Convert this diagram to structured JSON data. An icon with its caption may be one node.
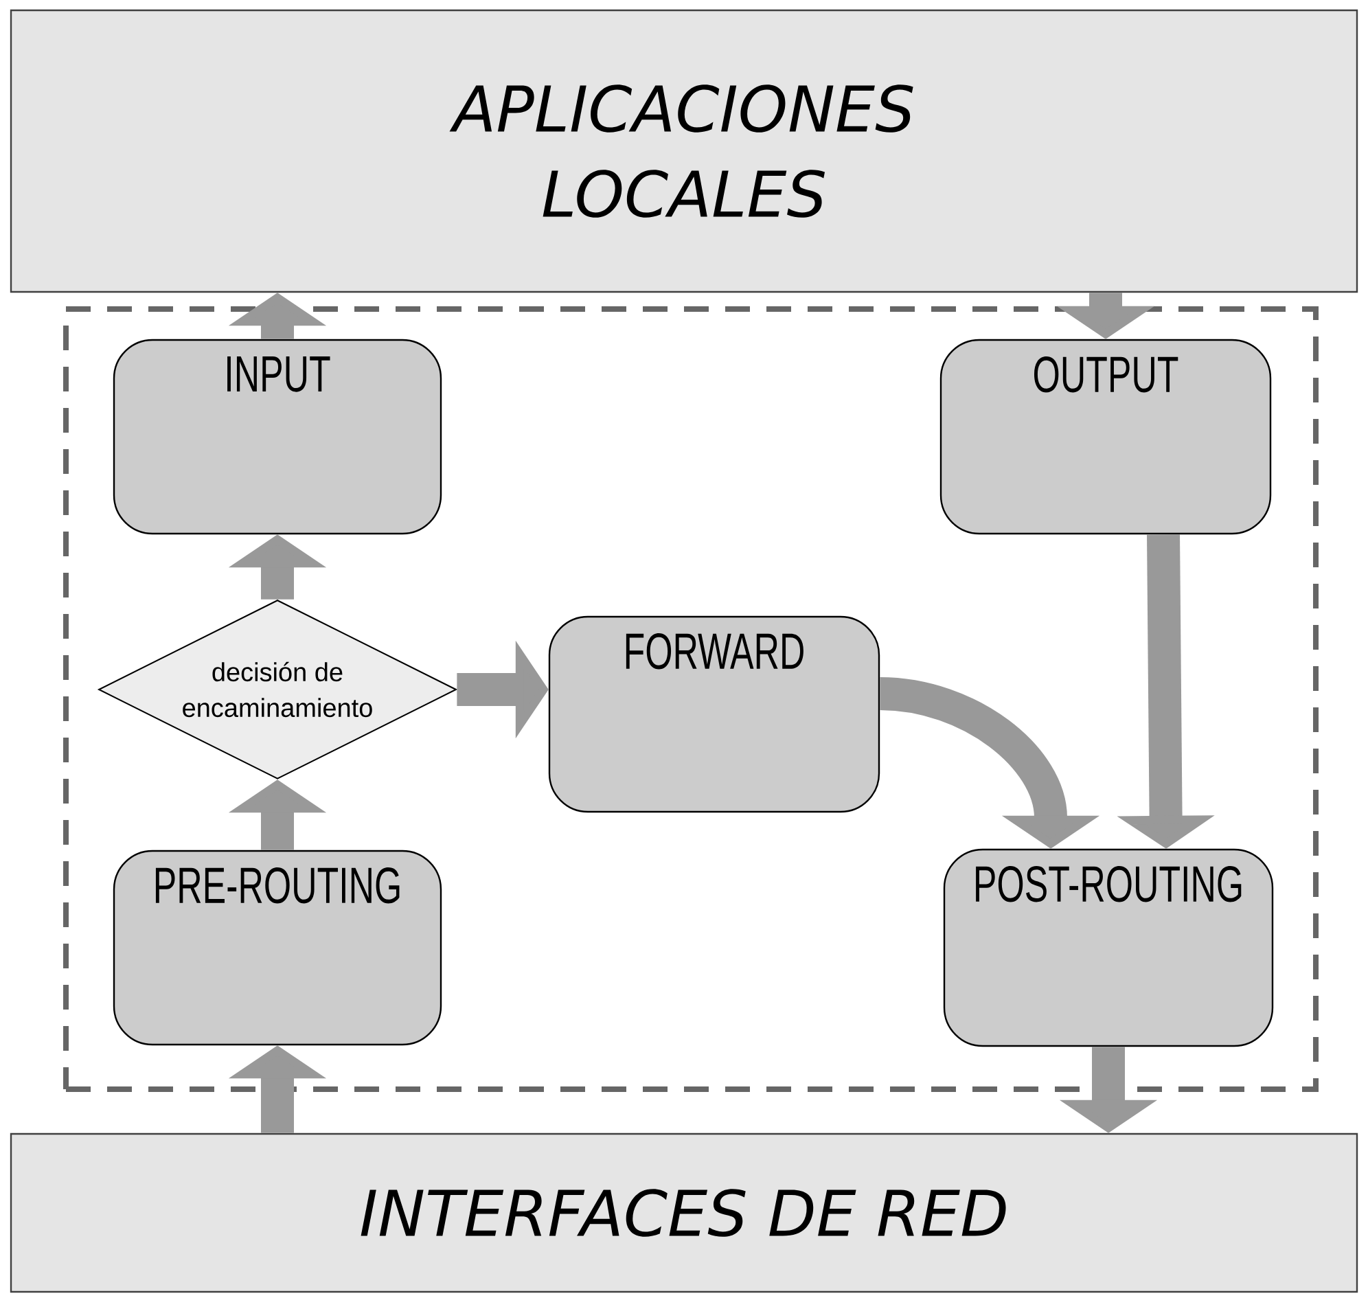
{
  "diagram": {
    "nodes": [
      {
        "text": [
          "APLICACIONES LOCALES"
        ]
      },
      {
        "text": [],
        "shape": "box"
      },
      {
        "text": [
          "INPUT"
        ],
        "in": 1
      },
      {
        "text": [
          "OUTPUT"
        ],
        "in": 1
      },
      {
        "text": [
          "decisión de encaminamiento"
        ],
        "in": 1
      },
      {
        "text": [
          "FORWARD"
        ],
        "in": 1
      },
      {
        "text": [
          "PRE-ROUTING"
        ],
        "in": 1
      },
      {
        "text": [
          "POST-ROUTING"
        ],
        "in": 1
      },
      {
        "text": [
          "INTERFACES  DE  RED"
        ]
      }
    ],
    "edges": [
      {
        "from": 2,
        "to": 0,
        "arrow": "to"
      },
      {
        "from": 0,
        "to": 3,
        "arrow": "to"
      },
      {
        "from": 4,
        "to": 2,
        "arrow": "to"
      },
      {
        "from": 6,
        "to": 4,
        "arrow": "to"
      },
      {
        "from": 4,
        "to": 5,
        "arrow": "to"
      },
      {
        "from": 5,
        "to": 7,
        "arrow": "to"
      },
      {
        "from": 3,
        "to": 7,
        "arrow": "to"
      },
      {
        "from": 8,
        "to": 6,
        "arrow": "to"
      },
      {
        "from": 7,
        "to": 8,
        "arrow": "to"
      }
    ]
  }
}
